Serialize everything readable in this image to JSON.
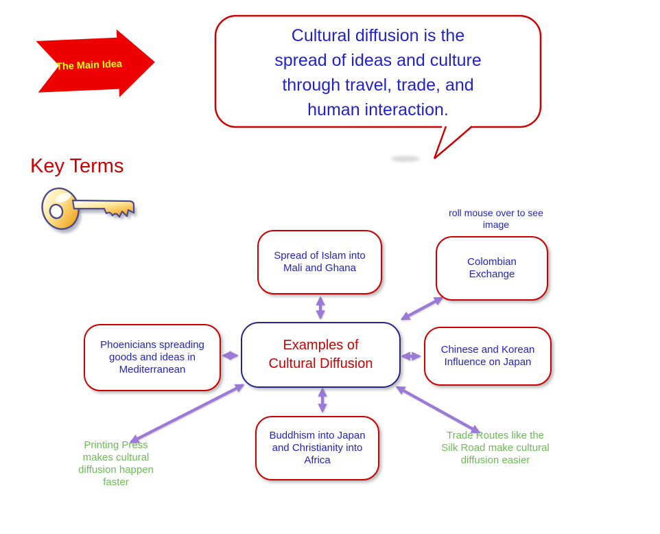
{
  "main_idea": {
    "arrow_label": "The Main Idea",
    "bubble_lines": [
      "Cultural diffusion is the",
      "spread of ideas and culture",
      "through travel, trade, and",
      "human interaction."
    ]
  },
  "key_terms": {
    "heading": "Key Terms",
    "icon": "key-icon"
  },
  "diagram": {
    "hint": "roll mouse over to see image",
    "center_label": "Examples of Cultural Diffusion",
    "nodes": {
      "islam": "Spread of Islam into Mali and Ghana",
      "colombian": "Colombian Exchange",
      "phoenicians": "Phoenicians spreading goods and ideas in Mediterranean",
      "chinese_korean": "Chinese and Korean Influence on Japan",
      "buddhism": "Buddhism into Japan and Christianity into Africa",
      "printing_press": "Printing Press makes cultural diffusion happen faster",
      "trade_routes": "Trade Routes like the Silk Road make cultural diffusion easier"
    }
  },
  "colors": {
    "box_border_red": "#CC0000",
    "center_border_navy": "#232387",
    "blue_text": "#2222CD",
    "red_text": "#CC0000",
    "green_text": "#6CBB55",
    "connector_purple": "#9B79D6",
    "arrow_fill_red": "#EE0000",
    "arrow_label_yellow": "#FFFF00"
  }
}
